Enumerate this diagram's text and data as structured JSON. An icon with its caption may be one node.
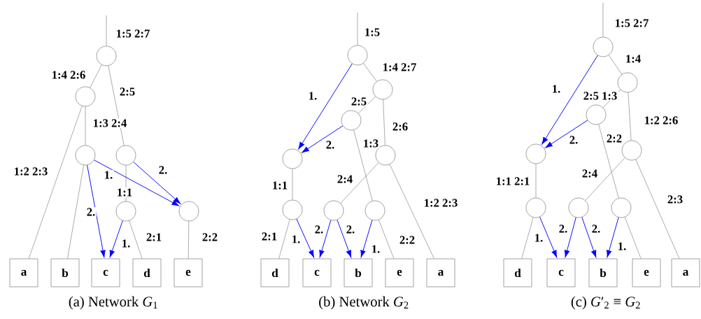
{
  "diagram": {
    "nodes": [
      {
        "text": [],
        "shape": "circle"
      },
      {
        "text": [],
        "shape": "circle"
      },
      {
        "text": [],
        "shape": "circle"
      },
      {
        "text": [],
        "shape": "circle"
      },
      {
        "text": [],
        "shape": "circle"
      },
      {
        "text": [],
        "shape": "circle"
      },
      {
        "text": [
          "a"
        ]
      },
      {
        "text": [
          "b"
        ]
      },
      {
        "text": [
          "c"
        ]
      },
      {
        "text": [
          "d"
        ]
      },
      {
        "text": [
          "e"
        ]
      },
      {
        "text": [],
        "shape": "circle"
      },
      {
        "text": [],
        "shape": "circle"
      },
      {
        "text": [],
        "shape": "circle"
      },
      {
        "text": [],
        "shape": "circle"
      },
      {
        "text": [],
        "shape": "circle"
      },
      {
        "text": [],
        "shape": "circle"
      },
      {
        "text": [],
        "shape": "circle"
      },
      {
        "text": [],
        "shape": "circle"
      },
      {
        "text": [
          "d"
        ]
      },
      {
        "text": [
          "c"
        ]
      },
      {
        "text": [
          "b"
        ]
      },
      {
        "text": [
          "e"
        ]
      },
      {
        "text": [
          "a"
        ]
      },
      {
        "text": [],
        "shape": "circle"
      },
      {
        "text": [],
        "shape": "circle"
      },
      {
        "text": [],
        "shape": "circle"
      },
      {
        "text": [],
        "shape": "circle"
      },
      {
        "text": [],
        "shape": "circle"
      },
      {
        "text": [],
        "shape": "circle"
      },
      {
        "text": [],
        "shape": "circle"
      },
      {
        "text": [],
        "shape": "circle"
      },
      {
        "text": [
          "d"
        ]
      },
      {
        "text": [
          "c"
        ]
      },
      {
        "text": [
          "b"
        ]
      },
      {
        "text": [
          "e"
        ]
      },
      {
        "text": [
          "a"
        ]
      }
    ],
    "edges": [
      {
        "from": null,
        "to": 0,
        "arrow": "none",
        "label": "1:5 2:7"
      },
      {
        "from": 0,
        "to": 1,
        "arrow": "none",
        "label": "1:4 2:6"
      },
      {
        "from": 0,
        "to": 3,
        "arrow": "none",
        "label": "2:5"
      },
      {
        "from": 1,
        "to": 2,
        "arrow": "none",
        "label": "1:3 2:4"
      },
      {
        "from": 1,
        "to": 6,
        "arrow": "none",
        "label": "1:2 2:3"
      },
      {
        "from": 2,
        "to": 7,
        "arrow": "none"
      },
      {
        "from": 3,
        "to": 4,
        "arrow": "none",
        "label": "1:1"
      },
      {
        "from": 4,
        "to": 9,
        "arrow": "none",
        "label": "2:1"
      },
      {
        "from": 5,
        "to": 10,
        "arrow": "none",
        "label": "2:2"
      },
      {
        "from": 2,
        "to": 8,
        "arrow": "to",
        "label": "2.",
        "color": "#0000ff"
      },
      {
        "from": 2,
        "to": 5,
        "arrow": "to",
        "label": "1.",
        "color": "#0000ff"
      },
      {
        "from": 3,
        "to": 5,
        "arrow": "to",
        "label": "2.",
        "color": "#0000ff"
      },
      {
        "from": 4,
        "to": 8,
        "arrow": "to",
        "label": "1.",
        "color": "#0000ff"
      },
      {
        "from": null,
        "to": 11,
        "arrow": "none",
        "label": "1:5"
      },
      {
        "from": 11,
        "to": 12,
        "arrow": "none",
        "label": "1:4 2:7"
      },
      {
        "from": 12,
        "to": 13,
        "arrow": "none",
        "label": "2:5"
      },
      {
        "from": 12,
        "to": 14,
        "arrow": "none",
        "label": "2:6"
      },
      {
        "from": 13,
        "to": 18,
        "arrow": "none",
        "label": "1:3"
      },
      {
        "from": 14,
        "to": 17,
        "arrow": "none",
        "label": "2:4"
      },
      {
        "from": 14,
        "to": 23,
        "arrow": "none",
        "label": "1:2 2:3"
      },
      {
        "from": 15,
        "to": 16,
        "arrow": "none",
        "label": "1:1"
      },
      {
        "from": 16,
        "to": 19,
        "arrow": "none",
        "label": "2:1"
      },
      {
        "from": 18,
        "to": 22,
        "arrow": "none",
        "label": "2:2"
      },
      {
        "from": 11,
        "to": 15,
        "arrow": "to",
        "label": "1.",
        "color": "#0000ff"
      },
      {
        "from": 13,
        "to": 15,
        "arrow": "to",
        "label": "2.",
        "color": "#0000ff"
      },
      {
        "from": 16,
        "to": 20,
        "arrow": "to",
        "label": "1.",
        "color": "#0000ff"
      },
      {
        "from": 17,
        "to": 20,
        "arrow": "to",
        "label": "2.",
        "color": "#0000ff"
      },
      {
        "from": 17,
        "to": 21,
        "arrow": "to",
        "label": "2.",
        "color": "#0000ff"
      },
      {
        "from": 18,
        "to": 21,
        "arrow": "to",
        "label": "1.",
        "color": "#0000ff"
      },
      {
        "from": null,
        "to": 24,
        "arrow": "none",
        "label": "1:5 2:7"
      },
      {
        "from": 24,
        "to": 25,
        "arrow": "none",
        "label": "1:4"
      },
      {
        "from": 25,
        "to": 26,
        "arrow": "none",
        "label": "2:5 1:3"
      },
      {
        "from": 25,
        "to": 27,
        "arrow": "none",
        "label": "1:2 2:6"
      },
      {
        "from": 26,
        "to": 31,
        "arrow": "none",
        "label": "2:2"
      },
      {
        "from": 27,
        "to": 30,
        "arrow": "none",
        "label": "2:4"
      },
      {
        "from": 27,
        "to": 36,
        "arrow": "none",
        "label": "2:3"
      },
      {
        "from": 28,
        "to": 29,
        "arrow": "none",
        "label": "1:1 2:1"
      },
      {
        "from": 29,
        "to": 32,
        "arrow": "none"
      },
      {
        "from": 31,
        "to": 35,
        "arrow": "none"
      },
      {
        "from": 24,
        "to": 28,
        "arrow": "to",
        "label": "1.",
        "color": "#0000ff"
      },
      {
        "from": 26,
        "to": 28,
        "arrow": "to",
        "label": "2.",
        "color": "#0000ff"
      },
      {
        "from": 29,
        "to": 33,
        "arrow": "to",
        "label": "1.",
        "color": "#0000ff"
      },
      {
        "from": 30,
        "to": 33,
        "arrow": "to",
        "label": "2.",
        "color": "#0000ff"
      },
      {
        "from": 30,
        "to": 34,
        "arrow": "to",
        "label": "2.",
        "color": "#0000ff"
      },
      {
        "from": 31,
        "to": 34,
        "arrow": "to",
        "label": "1.",
        "color": "#0000ff"
      }
    ],
    "labels": [
      "(a) Network *G*$_{1}$",
      "(b) Network *G*$_{2}$",
      "(c) *G*′$_{2}$ ≡ *G*$_{2}$"
    ]
  }
}
